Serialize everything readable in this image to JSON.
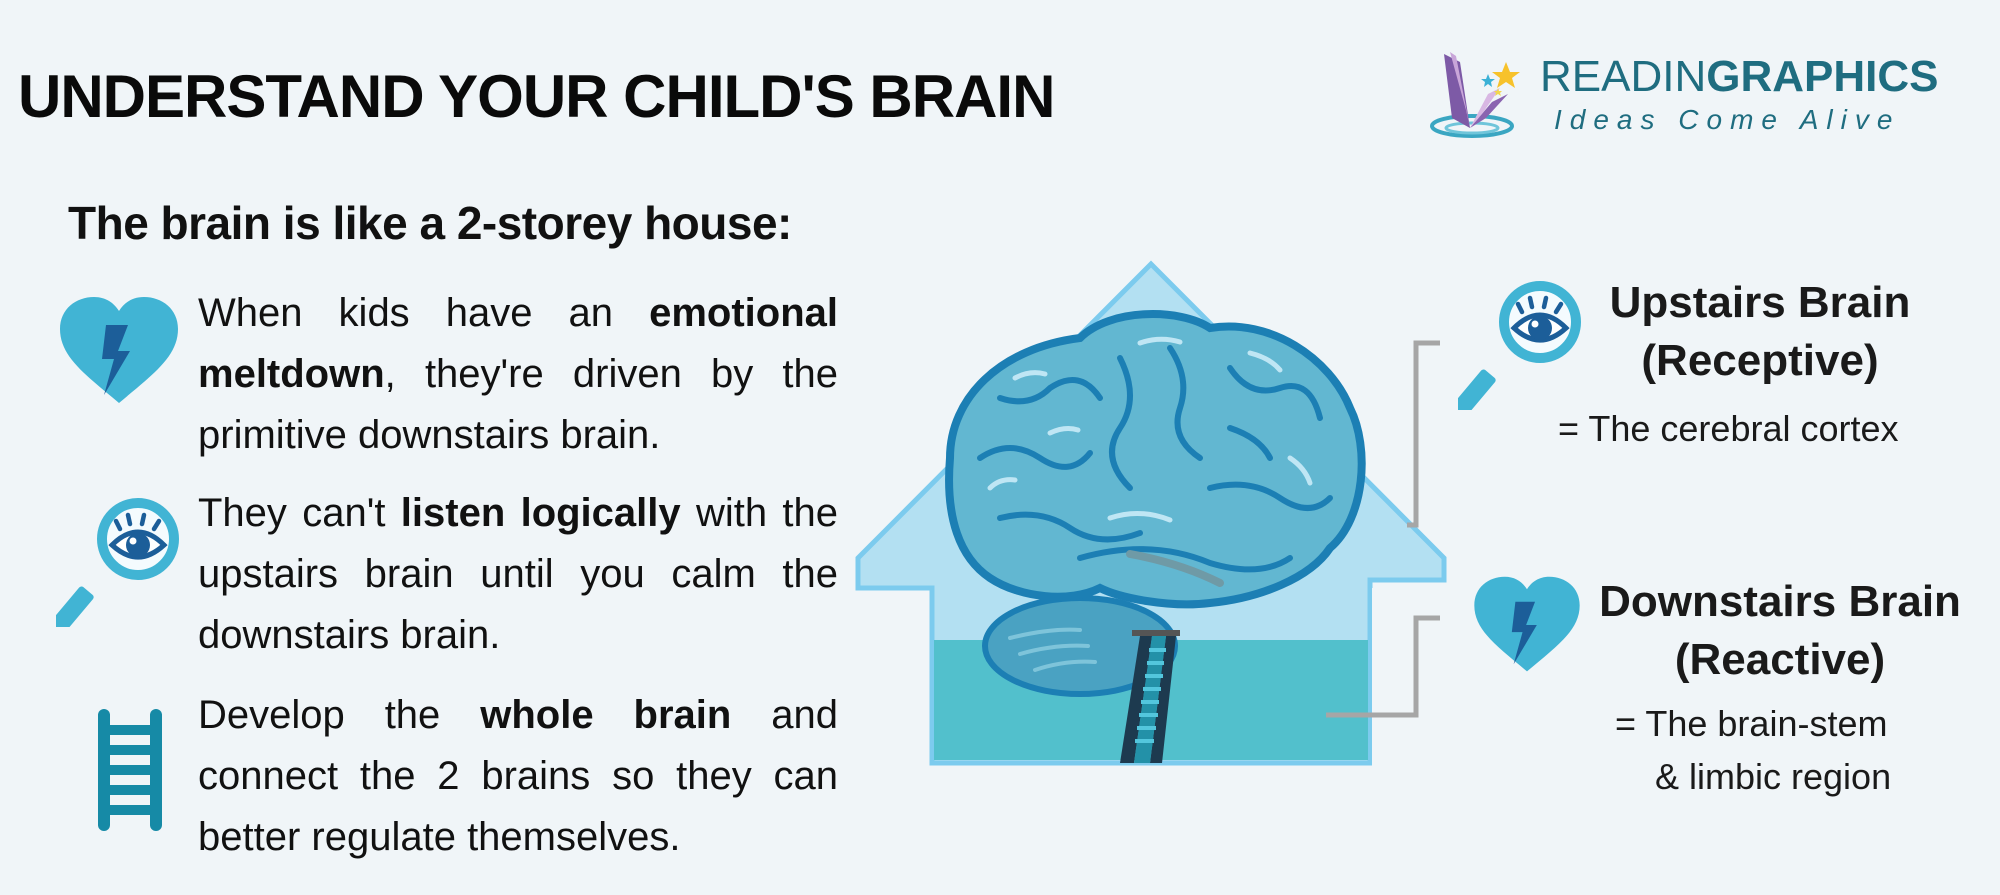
{
  "header": {
    "title": "UNDERSTAND YOUR CHILD'S BRAIN"
  },
  "logo": {
    "word_light": "READIN",
    "word_bold": "GRAPHICS",
    "tagline": "Ideas Come Alive",
    "icon": "book-butterfly-logo-icon"
  },
  "intro": {
    "heading": "The brain is like a 2-storey house:"
  },
  "points": [
    {
      "icon": "heart-lightning-icon",
      "parts": [
        {
          "t": "When kids have an ",
          "b": false
        },
        {
          "t": "emotional meltdown",
          "b": true
        },
        {
          "t": ", they're driven by the primitive downstairs brain.",
          "b": false
        }
      ]
    },
    {
      "icon": "magnifier-eye-icon",
      "parts": [
        {
          "t": "They can't ",
          "b": false
        },
        {
          "t": "listen logically",
          "b": true
        },
        {
          "t": " with the upstairs brain until you calm the downstairs brain.",
          "b": false
        }
      ]
    },
    {
      "icon": "ladder-icon",
      "parts": [
        {
          "t": "Develop the ",
          "b": false
        },
        {
          "t": "whole brain",
          "b": true
        },
        {
          "t": " and connect the 2 brains so they can better regulate themselves.",
          "b": false
        }
      ]
    }
  ],
  "illustration": {
    "subject": "brain-in-house-illustration",
    "colors": {
      "roof": "#b3e0f2",
      "roof_outline": "#7ccbee",
      "downstairs": "#52c0cc",
      "brain": "#62b7d1",
      "brain_dark": "#1c7fb4",
      "connector": "#a6a6a6"
    }
  },
  "labels": {
    "upstairs": {
      "icon": "magnifier-eye-icon",
      "title_line1": "Upstairs Brain",
      "title_line2": "(Receptive)",
      "desc": "= The cerebral cortex"
    },
    "downstairs": {
      "icon": "heart-lightning-icon",
      "title_line1": "Downstairs Brain",
      "title_line2": "(Reactive)",
      "desc_line1": "= The brain-stem",
      "desc_line2": "& limbic region"
    }
  },
  "colors": {
    "background": "#f0f5f8",
    "icon_light": "#41b4d4",
    "icon_dark": "#1c5e99",
    "ladder": "#168aa6",
    "logo_text": "#1f6d80"
  }
}
